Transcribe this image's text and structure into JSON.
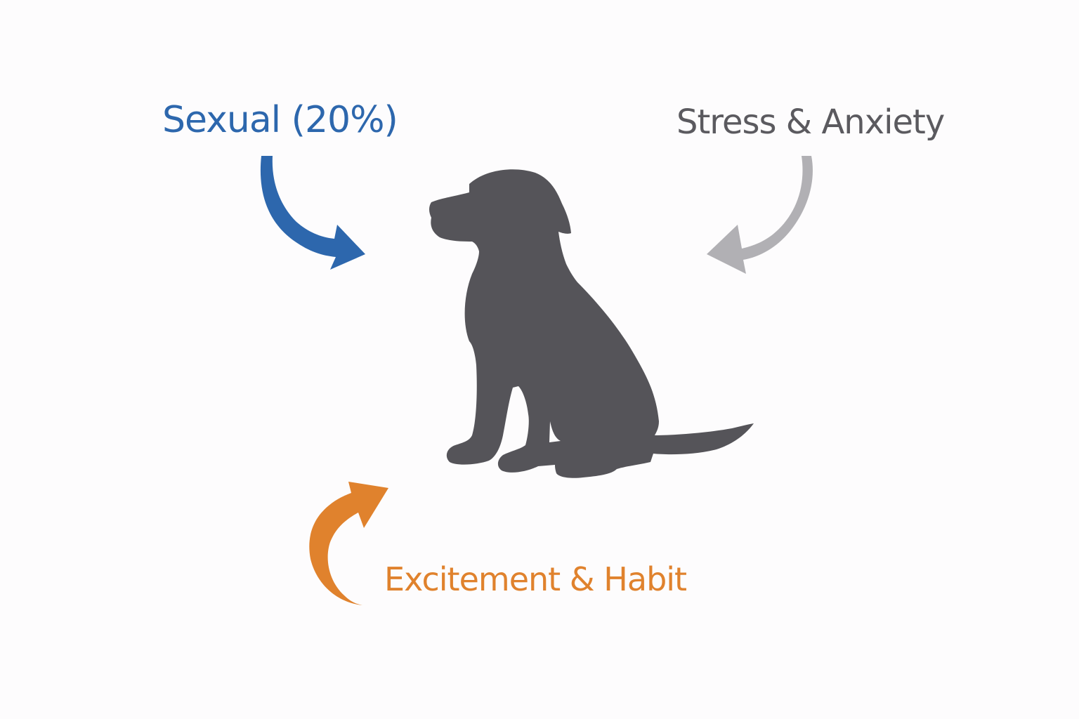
{
  "diagram": {
    "center": {
      "icon": "dog-silhouette-icon",
      "color": "#555459"
    },
    "causes": [
      {
        "id": "sexual",
        "label": "Sexual (20%)",
        "color": "#2d67ad",
        "arrow_direction": "curving down-right toward dog",
        "position": "top-left"
      },
      {
        "id": "stress",
        "label": "Stress & Anxiety",
        "color": "#5b5a5f",
        "arrow_color": "#b1b0b4",
        "arrow_direction": "curving down-left toward dog",
        "position": "top-right"
      },
      {
        "id": "excitement",
        "label": "Excitement & Habit",
        "color": "#e0822d",
        "arrow_direction": "curving up-right toward dog",
        "position": "bottom-left"
      }
    ]
  }
}
